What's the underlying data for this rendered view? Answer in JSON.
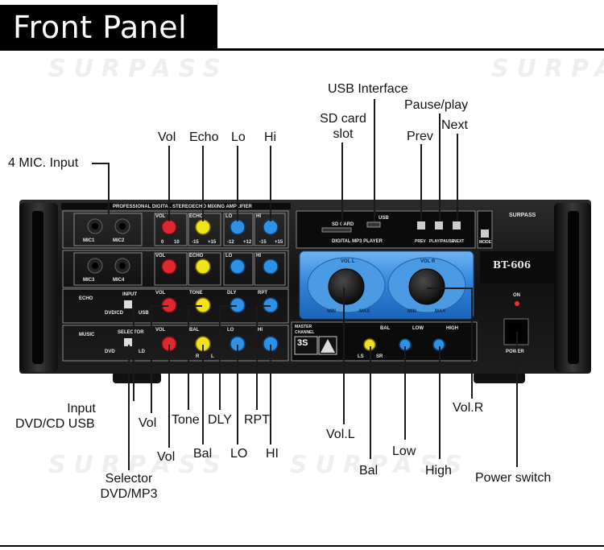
{
  "header": {
    "title": "Front Panel"
  },
  "watermark": {
    "text": "SURPASS"
  },
  "device": {
    "top_strip": "PROFESSIONAL DIGITAL STEREOECHO MIXING AMPLIFIER",
    "brand": "SURPASS",
    "model": "BT-606",
    "mic_labels": [
      "MIC1",
      "MIC2",
      "MIC3",
      "MIC4"
    ],
    "mic_knob_labels": {
      "vol": "VOL",
      "echo": "ECHO",
      "lo": "LO",
      "hi": "HI"
    },
    "mic_scale": [
      "0",
      "10",
      "-15",
      "+15",
      "-12",
      "+12",
      "-15",
      "+15"
    ],
    "echo_row": {
      "name": "ECHO",
      "input": "INPUT",
      "opt_a": "DVD/CD",
      "opt_b": "USB",
      "vol": "VOL",
      "tone": "TONE",
      "dly": "DLY",
      "rpt": "RPT"
    },
    "music_row": {
      "name": "MUSIC",
      "selector": "SELECTOR",
      "opt_a": "DVD",
      "opt_b": "LD",
      "vol": "VOL",
      "bal": "BAL",
      "lo": "LO",
      "hi": "HI",
      "l": "L",
      "r": "R"
    },
    "mp3": {
      "sd": "SD CARD",
      "usb": "USB",
      "name": "DIGITAL MP3 PLAYER",
      "prev": "PREV",
      "play": "PLAY/PAUSE",
      "next": "NEXT",
      "mode": "MODE"
    },
    "master": {
      "vol_l": "VOL L",
      "vol_r": "VOL R",
      "min": "MIN",
      "max": "MAX",
      "channel": "MASTER CHANNEL",
      "badge": "3S",
      "bal": "BAL",
      "low": "LOW",
      "high": "HIGH",
      "ls": "LS",
      "sr": "SR"
    },
    "power": {
      "on": "ON",
      "label": "POWER"
    }
  },
  "callouts": {
    "mic_input": "4 MIC. Input",
    "vol_top": "Vol",
    "echo_top": "Echo",
    "lo_top": "Lo",
    "hi_top": "Hi",
    "usb_interface": "USB Interface",
    "sd_card_1": "SD card",
    "sd_card_2": "slot",
    "pause_play": "Pause/play",
    "prev": "Prev",
    "next": "Next",
    "input_1": "Input",
    "input_2": "DVD/CD USB",
    "vol_a": "Vol",
    "tone": "Tone",
    "dly": "DLY",
    "rpt": "RPT",
    "vol_b": "Vol",
    "bal": "Bal",
    "lo": "LO",
    "hi": "HI",
    "selector_1": "Selector",
    "selector_2": "DVD/MP3",
    "vol_l": "Vol.L",
    "vol_r": "Vol.R",
    "bal_master": "Bal",
    "low": "Low",
    "high": "High",
    "power_switch": "Power switch"
  },
  "colors": {
    "red": "#e0262e",
    "yellow": "#f3e11c",
    "blue": "#2d92e6",
    "panel_blue": "#3a8fe0",
    "chassis": "#141414"
  }
}
